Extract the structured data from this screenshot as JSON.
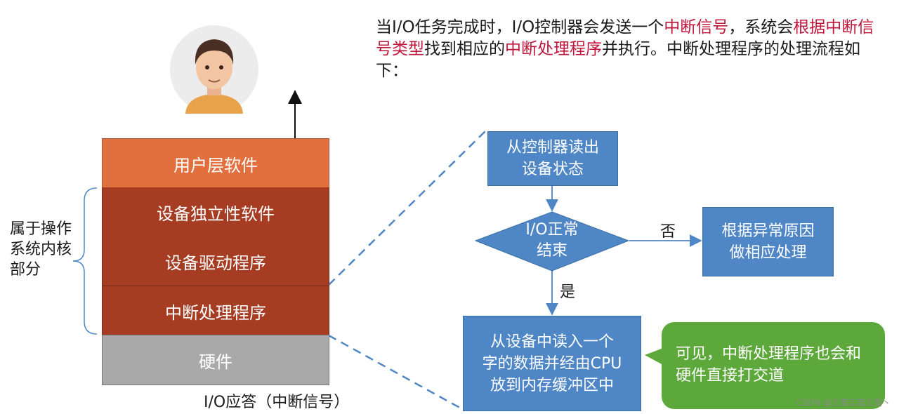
{
  "intro": {
    "seg1": "当I/O任务完成时，I/O控制器会发送一个",
    "seg2": "中断信号",
    "seg3": "，系统会",
    "seg4": "根据中断信号类型",
    "seg5": "找到相应的",
    "seg6": "中断处理程序",
    "seg7": "并执行。中断处理程序的处理流程如下："
  },
  "layers": [
    "用户层软件",
    "设备独立性软件",
    "设备驱动程序",
    "中断处理程序",
    "硬件"
  ],
  "kernel_label": "属于操作系统内核部分",
  "io_response_label": "I/O应答（中断信号）",
  "flow": {
    "step1": [
      "从控制器读出",
      "设备状态"
    ],
    "decision": [
      "I/O正常",
      "结束"
    ],
    "no_label": "否",
    "no_box": [
      "根据异常原因",
      "做相应处理"
    ],
    "yes_label": "是",
    "step2": [
      "从设备中读入一个",
      "字的数据并经由CPU",
      "放到内存缓冲区中"
    ]
  },
  "callout": "可见，中断处理程序也会和硬件直接打交道",
  "watermark": "CSDN @江南江南江南丶",
  "colors": {
    "user_layer": "#e2703f",
    "kernel_layer": "#a63d23",
    "hardware_layer": "#a9a9a9",
    "flow_box": "#4f86c6",
    "callout": "#5da83b",
    "highlight": "#c0163a"
  }
}
